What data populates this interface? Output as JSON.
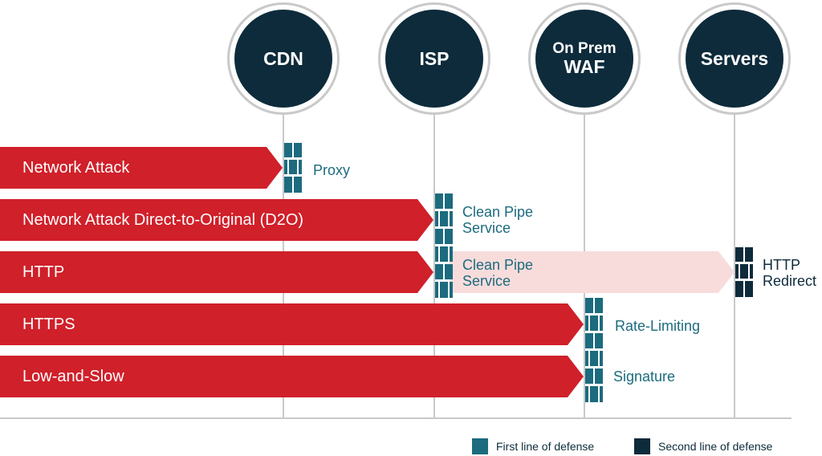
{
  "nodes": [
    {
      "id": "cdn",
      "lines": [
        "CDN"
      ]
    },
    {
      "id": "isp",
      "lines": [
        "ISP"
      ]
    },
    {
      "id": "waf",
      "lines": [
        "On Prem",
        "WAF"
      ]
    },
    {
      "id": "servers",
      "lines": [
        "Servers"
      ]
    }
  ],
  "attacks": [
    {
      "label": "Network Attack"
    },
    {
      "label": "Network Attack Direct-to-Original (D2O)"
    },
    {
      "label": "HTTP"
    },
    {
      "label": "HTTPS"
    },
    {
      "label": "Low-and-Slow"
    }
  ],
  "defenses": {
    "proxy": {
      "lines": [
        "Proxy"
      ]
    },
    "clean_pipe_1": {
      "lines": [
        "Clean Pipe",
        "Service"
      ]
    },
    "clean_pipe_2": {
      "lines": [
        "Clean Pipe",
        "Service"
      ]
    },
    "http_redirect": {
      "lines": [
        "HTTP",
        "Redirect"
      ]
    },
    "rate_limiting": {
      "lines": [
        "Rate-Limiting"
      ]
    },
    "signature": {
      "lines": [
        "Signature"
      ]
    }
  },
  "legend": {
    "first": "First line of defense",
    "second": "Second line of defense"
  },
  "colors": {
    "attack_red": "#d0202a",
    "pass_through_pink": "#f8dcdc",
    "first_line_teal": "#1c6b7e",
    "second_line_navy": "#0d2b3b",
    "line_gray": "#c9c9c9"
  }
}
